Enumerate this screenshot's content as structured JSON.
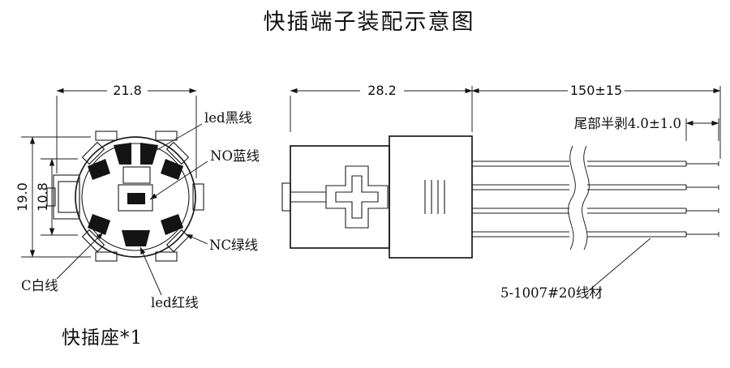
{
  "title": "快插端子装配示意图",
  "front_view": {
    "caption": "快插座*1",
    "dimensions": {
      "width": "21.8",
      "height": "19.0",
      "inner_height": "10.8"
    },
    "wire_labels": {
      "led_black": "led黑线",
      "no_blue": "NO蓝线",
      "nc_green": "NC绿线",
      "c_white": "C白线",
      "led_red": "led红线"
    }
  },
  "side_view": {
    "dimensions": {
      "body_length": "28.2",
      "wire_length": "150±15",
      "strip_note": "尾部半剥4.0±1.0"
    },
    "wire_spec": "5-1007#20线材"
  }
}
